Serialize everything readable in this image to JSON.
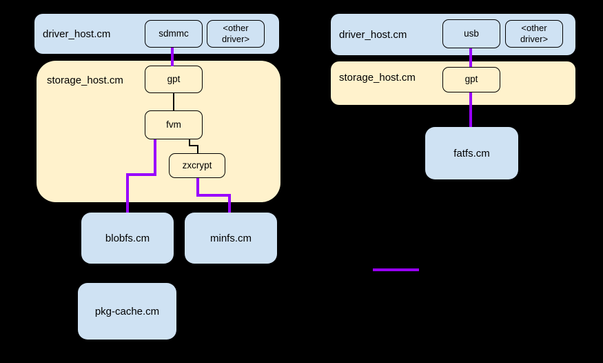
{
  "colors": {
    "canvas_bg": "#000000",
    "host_blue": "#cfe2f3",
    "host_yellow": "#fff2cc",
    "channel_purple": "#9900ff",
    "node_border": "#000000",
    "text": "#000000"
  },
  "left": {
    "driver_host": {
      "label": "driver_host.cm",
      "nodes": [
        {
          "label": "sdmmc"
        },
        {
          "label": "<other driver>"
        }
      ]
    },
    "storage_host": {
      "label": "storage_host.cm",
      "nodes": [
        {
          "label": "gpt"
        },
        {
          "label": "fvm"
        },
        {
          "label": "zxcrypt"
        }
      ]
    },
    "components": [
      {
        "label": "blobfs.cm"
      },
      {
        "label": "minfs.cm"
      },
      {
        "label": "pkg-cache.cm"
      }
    ]
  },
  "right": {
    "driver_host": {
      "label": "driver_host.cm",
      "nodes": [
        {
          "label": "usb"
        },
        {
          "label": "<other driver>"
        }
      ]
    },
    "storage_host": {
      "label": "storage_host.cm",
      "nodes": [
        {
          "label": "gpt"
        }
      ]
    },
    "components": [
      {
        "label": "fatfs.cm"
      }
    ]
  },
  "legend": {
    "swatch_color": "#9900ff"
  }
}
